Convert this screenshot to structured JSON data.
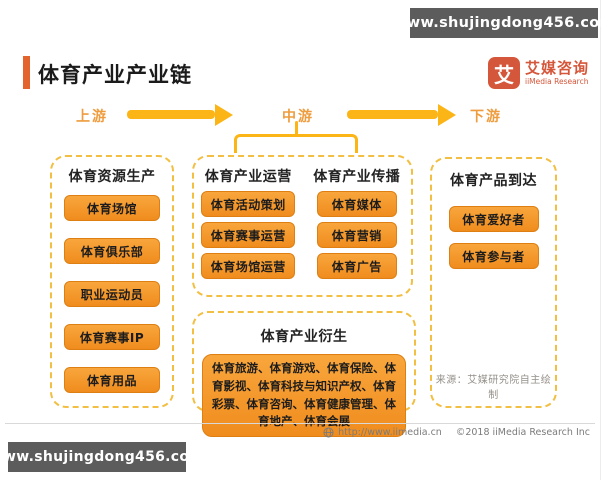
{
  "watermark": {
    "top": "www.shujingdong456.com",
    "bottom": "www.shujingdong456.com"
  },
  "header": {
    "title": "体育产业产业链",
    "logo": {
      "glyph": "艾",
      "name": "艾媒咨询",
      "subtitle": "iiMedia Research"
    }
  },
  "flow": {
    "upstream": "上游",
    "midstream": "中游",
    "downstream": "下游"
  },
  "sections": {
    "resource": {
      "title": "体育资源生产",
      "items": [
        "体育场馆",
        "体育俱乐部",
        "职业运动员",
        "体育赛事IP",
        "体育用品"
      ]
    },
    "operation": {
      "title": "体育产业运营",
      "items": [
        "体育活动策划",
        "体育赛事运营",
        "体育场馆运营"
      ]
    },
    "media": {
      "title": "体育产业传播",
      "items": [
        "体育媒体",
        "体育营销",
        "体育广告"
      ]
    },
    "reach": {
      "title": "体育产品到达",
      "items": [
        "体育爱好者",
        "体育参与者"
      ]
    },
    "derivative": {
      "title": "体育产业衍生",
      "content": "体育旅游、体育游戏、体育保险、体育影视、体育科技与知识产权、体育彩票、体育咨询、体育健康管理、体育地产、体育会展"
    }
  },
  "source_note": "来源：艾媒研究院自主绘制",
  "footer": {
    "url": "http://www.iimedia.cn",
    "copyright": "©2018  iiMedia Research Inc"
  },
  "colors": {
    "arrow_gold": "#FCB517",
    "dash_gold": "#F2BF42",
    "item_orange": "#F5972B",
    "item_border": "#DD7F12",
    "logo_red": "#D5573B",
    "banner_gray": "#5C5C5C",
    "title_bar_orange": "#E4642E"
  }
}
